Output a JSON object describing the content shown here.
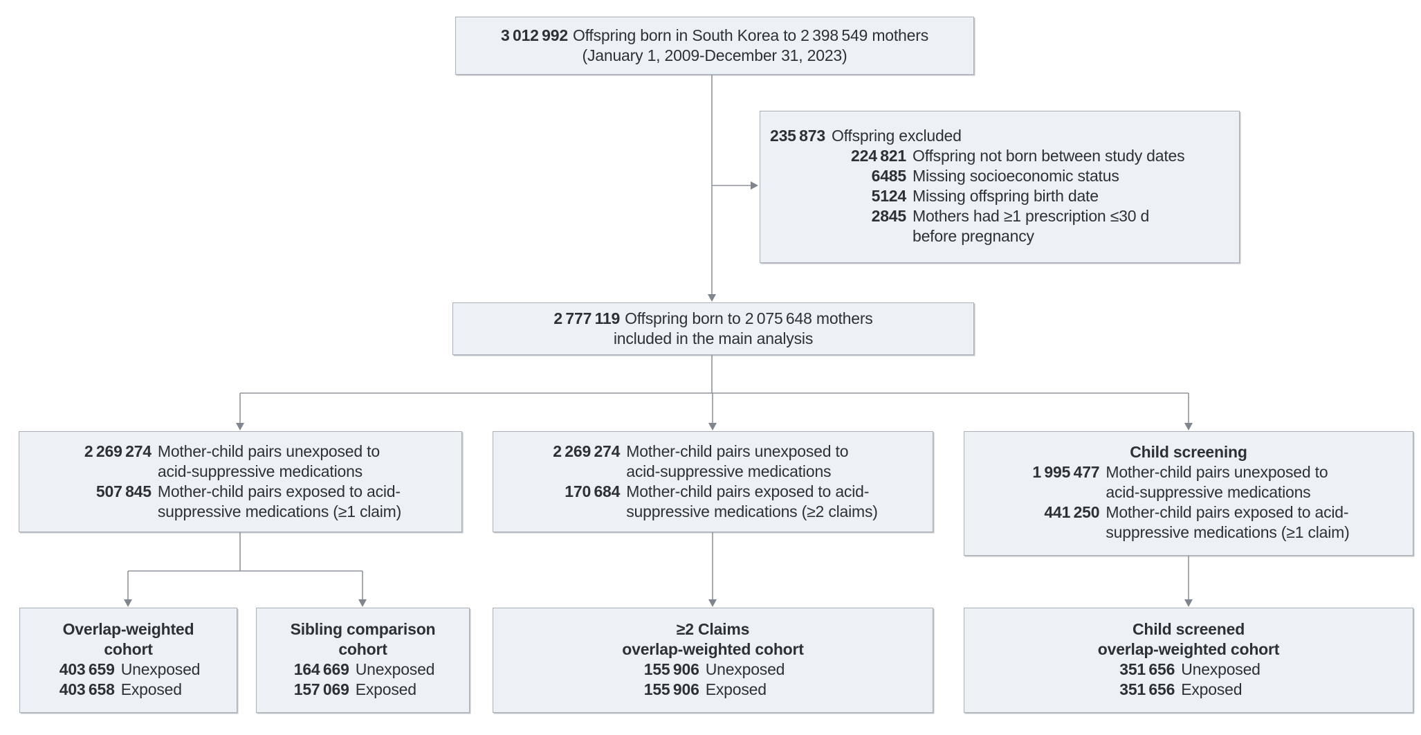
{
  "palette": {
    "box_fill": "#edf1f5",
    "box_border": "#a9afb6",
    "connector": "#8e949b",
    "arrowhead": "#7f868e",
    "text": "#2d3136"
  },
  "boxes": {
    "top": {
      "num": "3 012 992",
      "line1": "Offspring born in South Korea to 2 398 549 mothers",
      "line2": "(January 1, 2009-December 31, 2023)"
    },
    "excluded": {
      "num": "235 873",
      "label": "Offspring excluded",
      "items": [
        {
          "num": "224 821",
          "line1": "Offspring not born between study dates"
        },
        {
          "num": "6485",
          "line1": "Missing socioeconomic status"
        },
        {
          "num": "5124",
          "line1": "Missing offspring birth date"
        },
        {
          "num": "2845",
          "line1": "Mothers had ≥1 prescription ≤30 d",
          "line2": "before pregnancy"
        }
      ]
    },
    "main": {
      "num": "2 777 119",
      "line1": "Offspring born to 2 075 648 mothers",
      "line2": "included in the main analysis"
    },
    "cohort1": {
      "entries": [
        {
          "num": "2 269 274",
          "line1": "Mother-child pairs unexposed to",
          "line2": "acid-suppressive medications"
        },
        {
          "num": "507 845",
          "line1": "Mother-child pairs exposed to acid-",
          "line2": "suppressive medications (≥1 claim)"
        }
      ]
    },
    "cohort2": {
      "entries": [
        {
          "num": "2 269 274",
          "line1": "Mother-child pairs unexposed to",
          "line2": "acid-suppressive medications"
        },
        {
          "num": "170 684",
          "line1": "Mother-child pairs exposed to acid-",
          "line2": "suppressive medications (≥2 claims)"
        }
      ]
    },
    "screening": {
      "title": "Child screening",
      "entries": [
        {
          "num": "1 995 477",
          "line1": "Mother-child pairs unexposed to",
          "line2": "acid-suppressive medications"
        },
        {
          "num": "441 250",
          "line1": "Mother-child pairs exposed to acid-",
          "line2": "suppressive medications (≥1 claim)"
        }
      ]
    },
    "ow": {
      "title1": "Overlap-weighted",
      "title2": "cohort",
      "rows": [
        {
          "num": "403 659",
          "label": "Unexposed"
        },
        {
          "num": "403 658",
          "label": "Exposed"
        }
      ]
    },
    "sibling": {
      "title1": "Sibling comparison",
      "title2": "cohort",
      "rows": [
        {
          "num": "164 669",
          "label": "Unexposed"
        },
        {
          "num": "157 069",
          "label": "Exposed"
        }
      ]
    },
    "claims2ow": {
      "title1": "≥2 Claims",
      "title2": "overlap-weighted cohort",
      "rows": [
        {
          "num": "155 906",
          "label": "Unexposed"
        },
        {
          "num": "155 906",
          "label": "Exposed"
        }
      ]
    },
    "childow": {
      "title1": "Child screened",
      "title2": "overlap-weighted cohort",
      "rows": [
        {
          "num": "351 656",
          "label": "Unexposed"
        },
        {
          "num": "351 656",
          "label": "Exposed"
        }
      ]
    }
  }
}
